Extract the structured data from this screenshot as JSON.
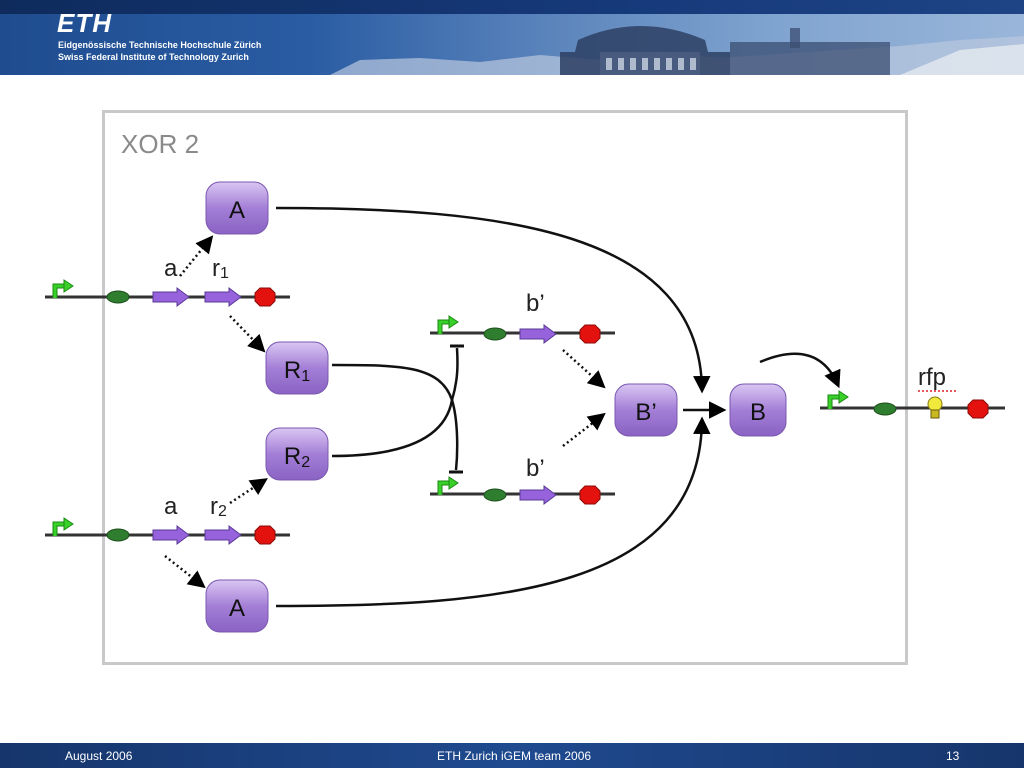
{
  "header": {
    "logo": "ETH",
    "line1": "Eidgenössische Technische Hochschule Zürich",
    "line2": "Swiss Federal Institute of Technology Zurich"
  },
  "diagram": {
    "title": "XOR 2",
    "proteins": {
      "a_top": "A",
      "a_bottom": "A",
      "r1": "R",
      "r1_sub": "1",
      "r2": "R",
      "r2_sub": "2",
      "b_prime": "B’",
      "b": "B"
    },
    "gene_labels": {
      "a_top": "a",
      "r1": "r",
      "r1_sub": "1",
      "a_bottom": "a",
      "r2": "r",
      "r2_sub": "2",
      "bprime_top": "b’",
      "bprime_bottom": "b’",
      "rfp": "rfp"
    }
  },
  "footer": {
    "date": "August 2006",
    "team": "ETH Zurich iGEM team 2006",
    "page": "13"
  },
  "colors": {
    "protein_fill": "#a47fd6",
    "promoter": "#28b51c",
    "rbs": "#2a7a2a",
    "coding": "#9060d8",
    "terminator": "#e01010",
    "light_bulb": "#f1ea3c",
    "frame": "#c9c9c9",
    "header_blue": "#1f4c8f"
  }
}
